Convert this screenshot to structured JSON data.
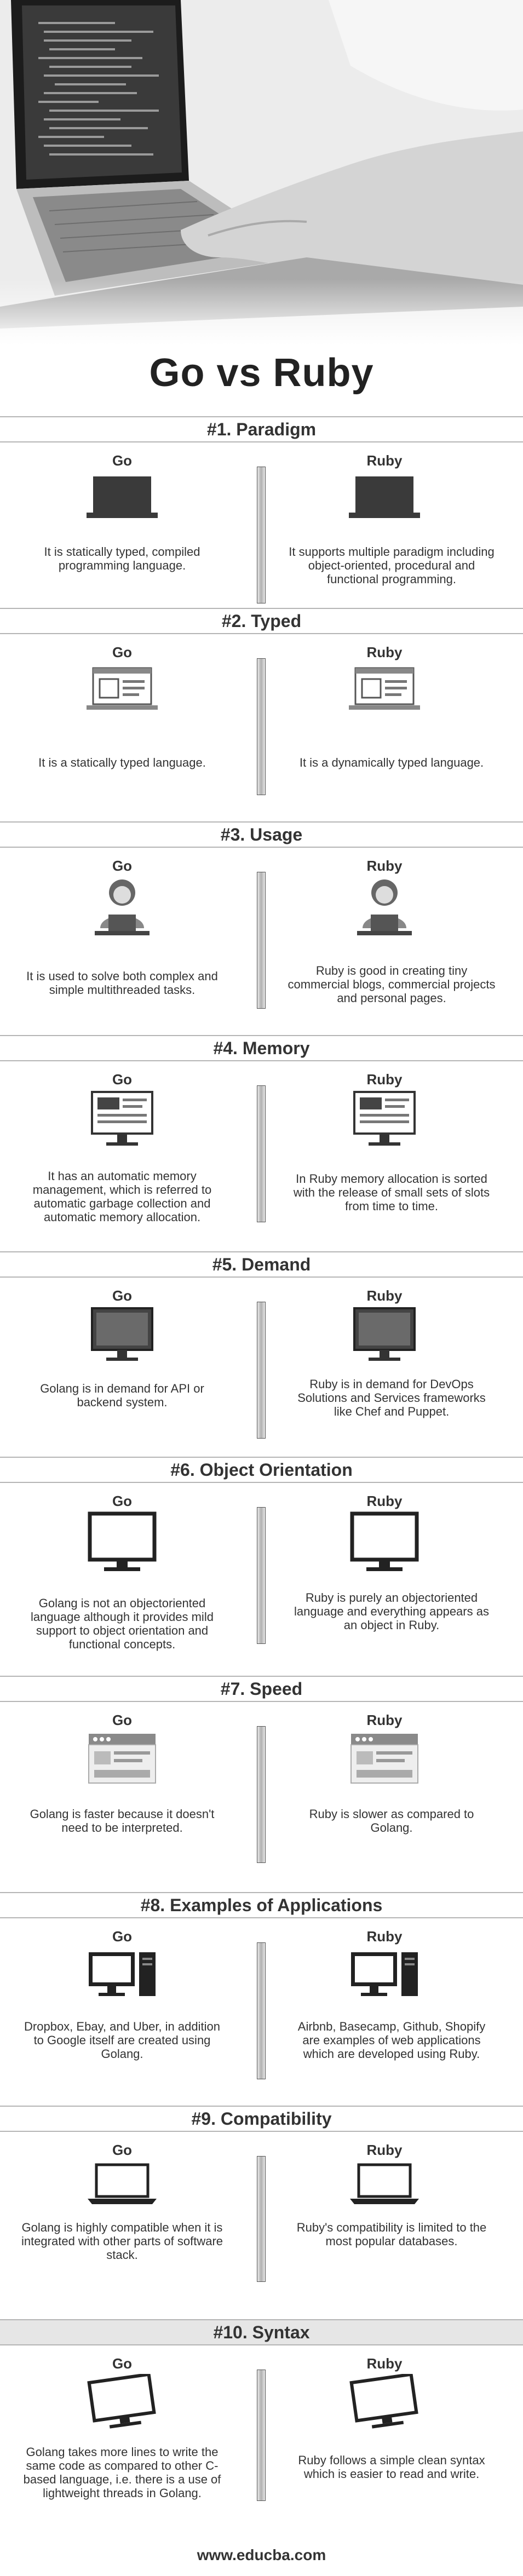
{
  "title": "Go vs Ruby",
  "column_go": "Go",
  "column_ruby": "Ruby",
  "sections": [
    {
      "heading": "#1. Paradigm",
      "icon": "laptop-icon",
      "go": "It is statically typed, compiled programming language.",
      "ruby": "It supports multiple paradigm including object-oriented, procedural and functional programming."
    },
    {
      "heading": "#2. Typed",
      "icon": "browser-laptop-icon",
      "go": "It is a statically typed language.",
      "ruby": "It is a dynamically typed language."
    },
    {
      "heading": "#3. Usage",
      "icon": "developer-at-desk-icon",
      "go": "It is used to solve both complex and simple multithreaded tasks.",
      "ruby": "Ruby is good in creating tiny commercial blogs, commercial projects and personal pages."
    },
    {
      "heading": "#4. Memory",
      "icon": "monitor-webpage-icon",
      "go": "It has an automatic memory management, which is referred to automatic garbage collection and automatic memory allocation.",
      "ruby": "In Ruby memory allocation is sorted with the release of small sets of slots from time to time."
    },
    {
      "heading": "#5. Demand",
      "icon": "monitor-icon",
      "go": "Golang is in demand for API or backend system.",
      "ruby": "Ruby is in demand for DevOps Solutions and Services frameworks like Chef and Puppet."
    },
    {
      "heading": "#6. Object Orientation",
      "icon": "large-monitor-icon",
      "go": "Golang is not an objectoriented language although it provides mild support to object orientation and functional concepts.",
      "ruby": "Ruby is purely an objectoriented language and everything appears as an object in Ruby."
    },
    {
      "heading": "#7. Speed",
      "icon": "browser-window-icon",
      "go": "Golang is faster because it doesn't need to be interpreted.",
      "ruby": "Ruby is slower as compared to Golang."
    },
    {
      "heading": "#8. Examples of Applications",
      "icon": "desktop-computer-icon",
      "go": "Dropbox, Ebay, and Uber, in addition to Google itself are created using Golang.",
      "ruby": "Airbnb, Basecamp, Github, Shopify are examples of web applications which are developed using Ruby."
    },
    {
      "heading": "#9. Compatibility",
      "icon": "open-laptop-icon",
      "go": "Golang is highly compatible when it is integrated with other parts of software stack.",
      "ruby": "Ruby's compatibility is limited to the most popular databases."
    },
    {
      "heading": "#10. Syntax",
      "icon": "tilted-monitor-icon",
      "go": "Golang takes more lines to write the same code as compared to other C-based language, i.e. there is a use of lightweight threads in Golang.",
      "ruby": "Ruby follows a simple clean syntax which is easier to read and write."
    }
  ],
  "footer": "www.educba.com"
}
